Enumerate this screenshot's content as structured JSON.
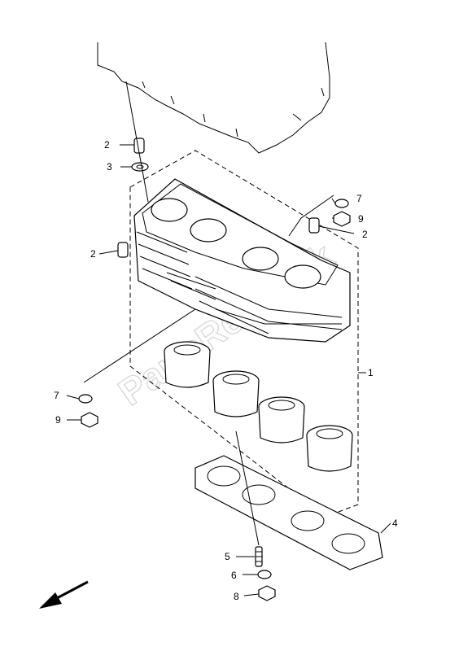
{
  "watermark": "PartsRepublik",
  "callouts": [
    {
      "id": "c2a",
      "text": "2"
    },
    {
      "id": "c3",
      "text": "3"
    },
    {
      "id": "c2b",
      "text": "2"
    },
    {
      "id": "c7a",
      "text": "7"
    },
    {
      "id": "c9a",
      "text": "9"
    },
    {
      "id": "c2c",
      "text": "2"
    },
    {
      "id": "c1",
      "text": "1"
    },
    {
      "id": "c7b",
      "text": "7"
    },
    {
      "id": "c9b",
      "text": "9"
    },
    {
      "id": "c4",
      "text": "4"
    },
    {
      "id": "c5",
      "text": "5"
    },
    {
      "id": "c6",
      "text": "6"
    },
    {
      "id": "c8",
      "text": "8"
    }
  ],
  "icons": {
    "direction": "front-direction-arrow-icon"
  },
  "colors": {
    "line": "#000000",
    "watermark": "#d9d9d9",
    "background": "#ffffff"
  }
}
